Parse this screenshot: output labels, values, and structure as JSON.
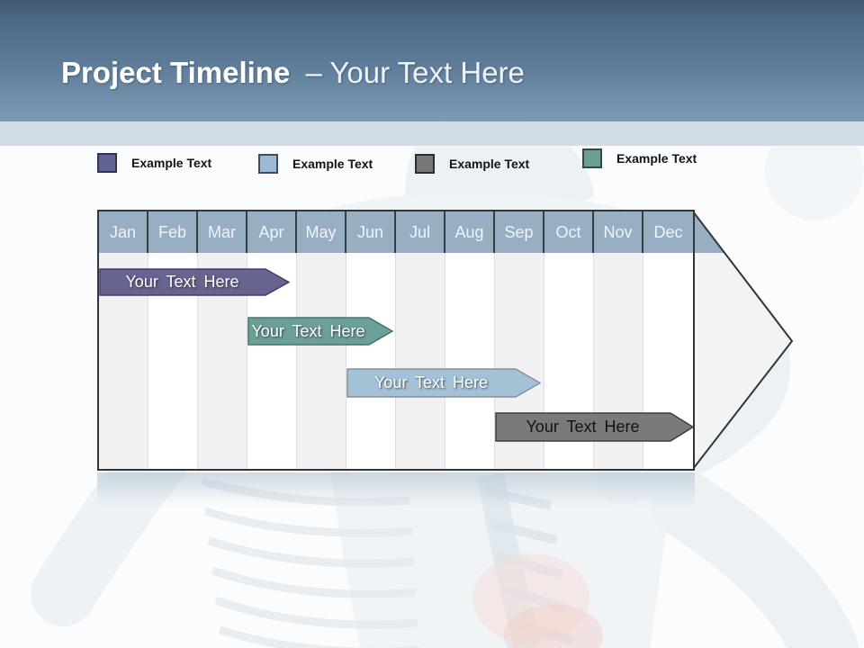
{
  "header": {
    "title_bold": "Project Timeline",
    "title_suffix": "– Your Text Here"
  },
  "legend": {
    "items": [
      {
        "label": "Example Text",
        "color": "#636294"
      },
      {
        "label": "Example Text",
        "color": "#9cbad1"
      },
      {
        "label": "Example Text",
        "color": "#777777"
      },
      {
        "label": "Example Text",
        "color": "#6b9e97"
      }
    ]
  },
  "timeline": {
    "months": [
      "Jan",
      "Feb",
      "Mar",
      "Apr",
      "May",
      "Jun",
      "Jul",
      "Aug",
      "Sep",
      "Oct",
      "Nov",
      "Dec"
    ],
    "bars": [
      {
        "label": "Your Text Here",
        "color": "#67648f",
        "span": "Jan–Apr"
      },
      {
        "label": "Your Text Here",
        "color": "#6d9f99",
        "span": "Apr–Jun"
      },
      {
        "label": "Your Text Here",
        "color": "#a4c1d6",
        "span": "Jun–Sep"
      },
      {
        "label": "Your Text Here",
        "color": "#7a7a7a",
        "span": "Sep–Dec"
      }
    ]
  }
}
